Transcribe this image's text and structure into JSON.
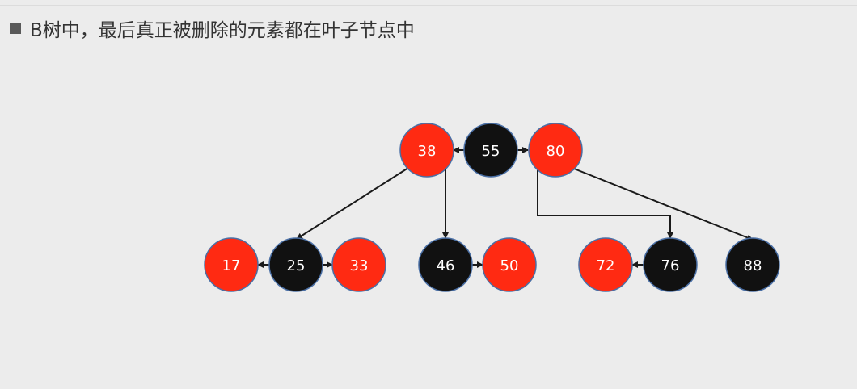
{
  "heading": {
    "bullet_icon": "square-bullet-icon",
    "text": "B树中，最后真正被删除的元素都在叶子节点中"
  },
  "colors": {
    "red": "#ff2a12",
    "black": "#111111",
    "edge": "#1a1a1a",
    "node_border": "#4a6fa5",
    "label": "#ffffff"
  },
  "tree": {
    "root": [
      {
        "value": "38",
        "color": "red"
      },
      {
        "value": "55",
        "color": "black"
      },
      {
        "value": "80",
        "color": "red"
      }
    ],
    "leaves": [
      [
        {
          "value": "17",
          "color": "red"
        },
        {
          "value": "25",
          "color": "black"
        },
        {
          "value": "33",
          "color": "red"
        }
      ],
      [
        {
          "value": "46",
          "color": "black"
        },
        {
          "value": "50",
          "color": "red"
        }
      ],
      [
        {
          "value": "72",
          "color": "red"
        },
        {
          "value": "76",
          "color": "black"
        }
      ],
      [
        {
          "value": "88",
          "color": "black"
        }
      ]
    ]
  }
}
